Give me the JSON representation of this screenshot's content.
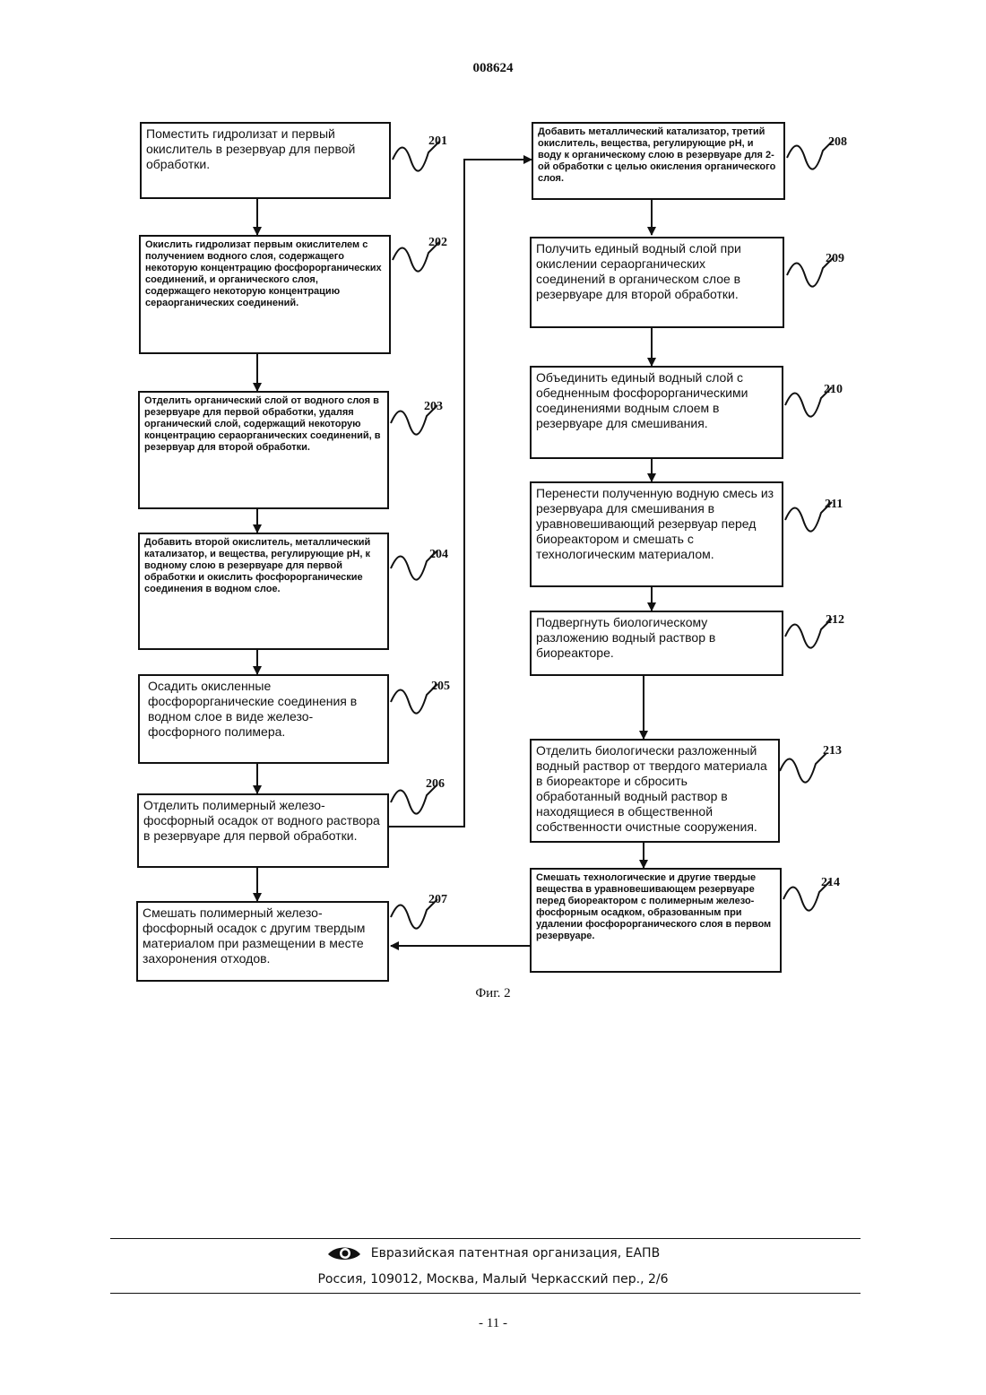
{
  "header": {
    "doc_number": "008624"
  },
  "steps": [
    {
      "num": "201",
      "text": "Поместить гидролизат и первый окислитель в резервуар для первой обработки."
    },
    {
      "num": "202",
      "text": "Окислить гидролизат первым окислителем с получением водного слоя, содержащего некоторую концентрацию фосфорорганических соединений, и органического слоя, содержащего некоторую концентрацию сераорганических соединений."
    },
    {
      "num": "203",
      "text": "Отделить органический слой от водного слоя в резервуаре для первой обработки, удаляя органический слой, содержащий некоторую концентрацию сераорганических соединений, в резервуар для второй обработки."
    },
    {
      "num": "204",
      "text": "Добавить второй окислитель, металлический катализатор, и вещества, регулирующие pH, к водному слою в резервуаре для первой обработки и окислить фосфорорганические соединения в водном слое."
    },
    {
      "num": "205",
      "text": "Осадить окисленные фосфорорганические соединения в водном слое в виде железо-фосфорного полимера."
    },
    {
      "num": "206",
      "text": "Отделить полимерный железо-фосфорный осадок от водного раствора в резервуаре для первой обработки."
    },
    {
      "num": "207",
      "text": "Смешать полимерный железо-фосфорный осадок с другим твердым материалом при размещении в месте захоронения отходов."
    },
    {
      "num": "208",
      "text": "Добавить металлический катализатор, третий окислитель, вещества, регулирующие pH, и воду к органическому слою в резервуаре для 2-ой обработки с целью окисления органического слоя."
    },
    {
      "num": "209",
      "text": "Получить единый водный слой при окислении сераорганических соединений в органическом слое в резервуаре для второй обработки."
    },
    {
      "num": "210",
      "text": "Объединить единый водный слой с обедненным фосфорорганическими соединениями водным слоем в резервуаре для смешивания."
    },
    {
      "num": "211",
      "text": "Перенести полученную водную смесь из резервуара для смешивания в уравновешивающий резервуар перед биореактором и смешать с технологическим материалом."
    },
    {
      "num": "212",
      "text": "Подвергнуть биологическому разложению водный раствор в биореакторе."
    },
    {
      "num": "213",
      "text": "Отделить биологически разложенный водный раствор от твердого материала в биореакторе и сбросить обработанный водный раствор в находящиеся в общественной собственности очистные сооружения."
    },
    {
      "num": "214",
      "text": "Смешать технологические и другие твердые вещества в уравновешивающем резервуаре перед биореактором с полимерным железо-фосфорным осадком, образованным при удалении фосфорорганического слоя в первом резервуаре."
    }
  ],
  "caption": "Фиг. 2",
  "footer": {
    "organization": "Евразийская патентная организация, ЕАПВ",
    "address": "Россия, 109012, Москва, Малый Черкасский пер., 2/6",
    "logo_icon": "eye-icon"
  },
  "page_number": "- 11 -"
}
